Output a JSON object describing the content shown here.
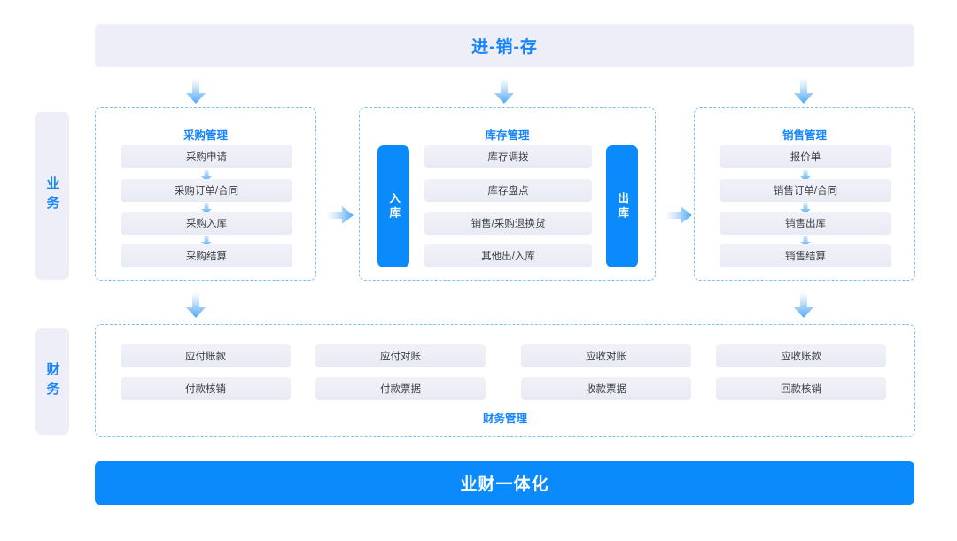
{
  "banner": {
    "top_title": "进-销-存",
    "bottom_title": "业财一体化"
  },
  "rails": {
    "business": "业务",
    "finance": "财务"
  },
  "sections": {
    "purchase": {
      "title": "采购管理",
      "items": [
        "采购申请",
        "采购订单/合同",
        "采购入库",
        "采购结算"
      ]
    },
    "inventory": {
      "title": "库存管理",
      "inbound_label": "入库",
      "outbound_label": "出库",
      "items": [
        "库存调拨",
        "库存盘点",
        "销售/采购退换货",
        "其他出/入库"
      ]
    },
    "sales": {
      "title": "销售管理",
      "items": [
        "报价单",
        "销售订单/合同",
        "销售出库",
        "销售结算"
      ]
    },
    "finance": {
      "title": "财务管理",
      "row1": [
        "应付账款",
        "应付对账",
        "应收对账",
        "应收账款"
      ],
      "row2": [
        "付款核销",
        "付款票据",
        "收款票据",
        "回款核销"
      ]
    }
  },
  "colors": {
    "accent_blue": "#0b8bfb",
    "title_blue": "#1684fc",
    "panel_lavender": "#edeef7",
    "item_gradient_top": "#f1f1f9",
    "item_gradient_bottom": "#e9ebf4",
    "dashed_border": "#7cc0f5",
    "text_dark": "#3c4043"
  },
  "icons": {
    "arrow_down": "arrow-down-icon",
    "arrow_right": "arrow-right-icon",
    "arrow_mini_down": "arrow-mini-down-icon"
  }
}
